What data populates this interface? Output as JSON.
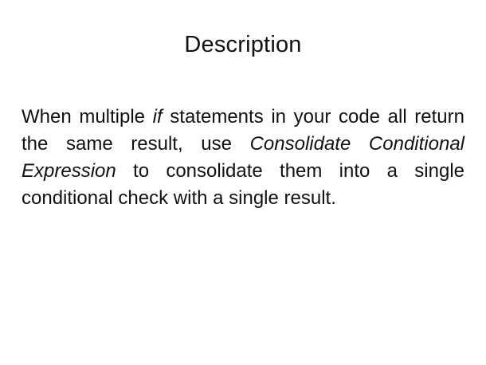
{
  "slide": {
    "title": "Description",
    "paragraph": {
      "part1": "When multiple ",
      "if_term": "if",
      "part2": " statements in your code all return the same result, use ",
      "technique": "Consolidate Conditional Expression",
      "part3": " to consolidate them into a single conditional check with a single result."
    }
  }
}
